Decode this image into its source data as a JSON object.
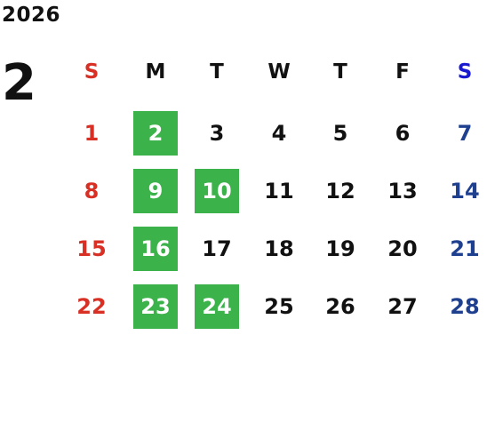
{
  "calendar": {
    "year": "2026",
    "month": "2",
    "weekdays": [
      {
        "label": "S",
        "color": "#d93025"
      },
      {
        "label": "M",
        "color": "#111111"
      },
      {
        "label": "T",
        "color": "#111111"
      },
      {
        "label": "W",
        "color": "#111111"
      },
      {
        "label": "T",
        "color": "#111111"
      },
      {
        "label": "F",
        "color": "#111111"
      },
      {
        "label": "S",
        "color": "#1a1ad1"
      }
    ],
    "weeks": [
      [
        {
          "day": "1",
          "color": "#d93025",
          "highlight": false
        },
        {
          "day": "2",
          "color": "#ffffff",
          "highlight": true
        },
        {
          "day": "3",
          "color": "#111111",
          "highlight": false
        },
        {
          "day": "4",
          "color": "#111111",
          "highlight": false
        },
        {
          "day": "5",
          "color": "#111111",
          "highlight": false
        },
        {
          "day": "6",
          "color": "#111111",
          "highlight": false
        },
        {
          "day": "7",
          "color": "#1f3f8f",
          "highlight": false
        }
      ],
      [
        {
          "day": "8",
          "color": "#d93025",
          "highlight": false
        },
        {
          "day": "9",
          "color": "#ffffff",
          "highlight": true
        },
        {
          "day": "10",
          "color": "#ffffff",
          "highlight": true
        },
        {
          "day": "11",
          "color": "#111111",
          "highlight": false
        },
        {
          "day": "12",
          "color": "#111111",
          "highlight": false
        },
        {
          "day": "13",
          "color": "#111111",
          "highlight": false
        },
        {
          "day": "14",
          "color": "#1f3f8f",
          "highlight": false
        }
      ],
      [
        {
          "day": "15",
          "color": "#d93025",
          "highlight": false
        },
        {
          "day": "16",
          "color": "#ffffff",
          "highlight": true
        },
        {
          "day": "17",
          "color": "#111111",
          "highlight": false
        },
        {
          "day": "18",
          "color": "#111111",
          "highlight": false
        },
        {
          "day": "19",
          "color": "#111111",
          "highlight": false
        },
        {
          "day": "20",
          "color": "#111111",
          "highlight": false
        },
        {
          "day": "21",
          "color": "#1f3f8f",
          "highlight": false
        }
      ],
      [
        {
          "day": "22",
          "color": "#d93025",
          "highlight": false
        },
        {
          "day": "23",
          "color": "#ffffff",
          "highlight": true
        },
        {
          "day": "24",
          "color": "#ffffff",
          "highlight": true
        },
        {
          "day": "25",
          "color": "#111111",
          "highlight": false
        },
        {
          "day": "26",
          "color": "#111111",
          "highlight": false
        },
        {
          "day": "27",
          "color": "#111111",
          "highlight": false
        },
        {
          "day": "28",
          "color": "#1f3f8f",
          "highlight": false
        }
      ]
    ],
    "highlight_color": "#3cb24a"
  }
}
